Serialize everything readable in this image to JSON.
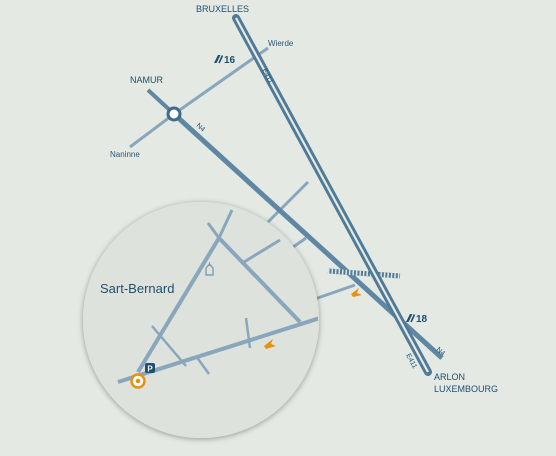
{
  "map": {
    "cities": {
      "bruxelles": "BRUXELLES",
      "namur": "NAMUR",
      "arlon": "ARLON",
      "luxembourg": "LUXEMBOURG"
    },
    "villages": {
      "wierde": "Wierde",
      "naninne": "Naninne",
      "sart_bernard": "Sart-Bernard"
    },
    "roads": {
      "e411_north": "E411",
      "e411_south": "E411",
      "n4_north": "N4",
      "n4_south": "N4"
    },
    "exits": {
      "exit_16": "16",
      "exit_18": "18"
    },
    "markers": {
      "parking": "P"
    },
    "colors": {
      "background": "#e4e9e3",
      "motorway": "#4f7a98",
      "road": "#89a6bc",
      "inset_circle": "#dde2dc",
      "accent": "#e8900f",
      "text": "#1f4f6e"
    }
  }
}
